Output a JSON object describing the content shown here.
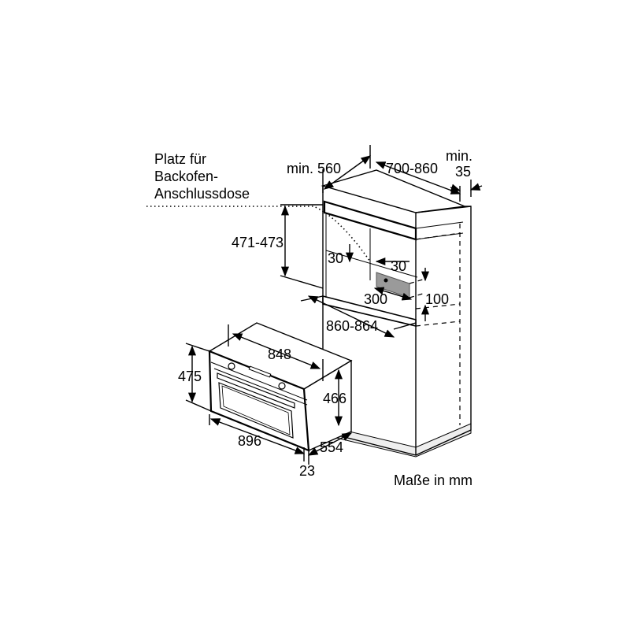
{
  "labels": {
    "socket_note_line1": "Platz für",
    "socket_note_line2": "Backofen-",
    "socket_note_line3": "Anschlussdose",
    "niche_width_min": "min. 560",
    "niche_depth": "700-860",
    "rear_gap_min_line1": "min.",
    "rear_gap_min_line2": "35",
    "niche_height": "471-473",
    "left_clearance": "30",
    "right_clearance": "30",
    "socket_width": "300",
    "socket_height": "100",
    "cabinet_inner_height": "860-864",
    "oven_front_width": "848",
    "oven_total_height": "475",
    "oven_body_height": "466",
    "oven_total_width": "896",
    "oven_depth": "554",
    "front_thickness": "23",
    "units_note": "Maße in mm"
  },
  "colors": {
    "ink": "#000000",
    "socket_fill": "#9a9a9a",
    "base_fill": "#eeeeee"
  }
}
